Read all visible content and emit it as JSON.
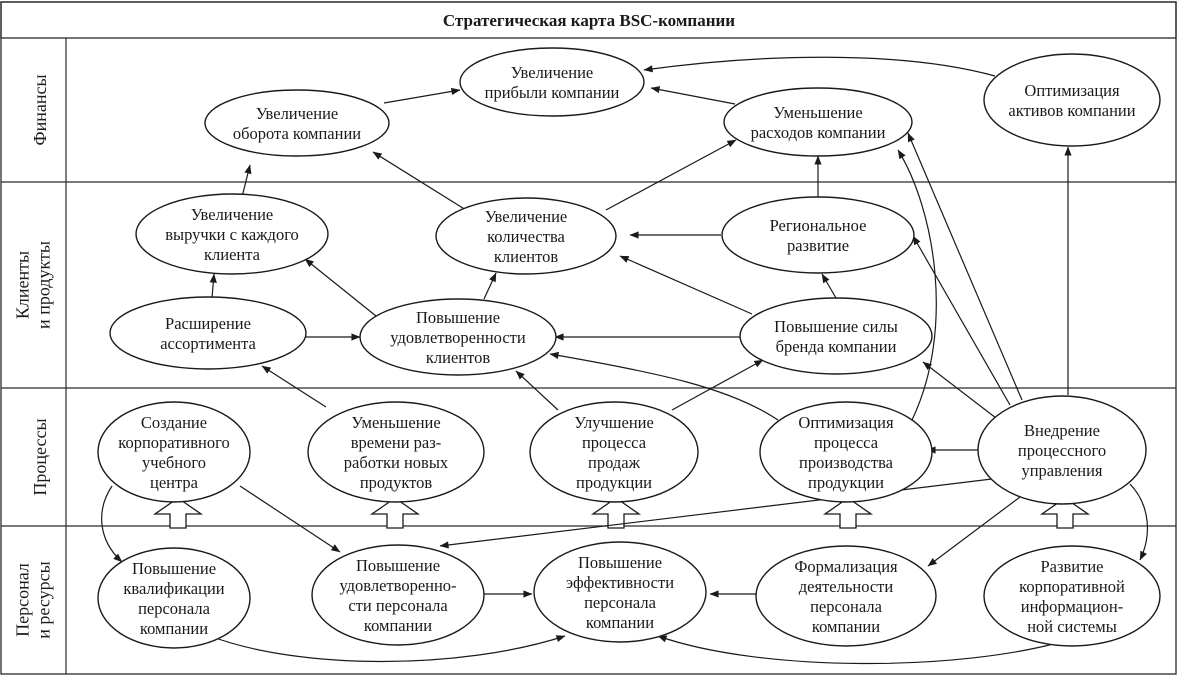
{
  "title": "Стратегическая карта BSC-компании",
  "lanes": {
    "finance": [
      "Финансы"
    ],
    "clients": [
      "Клиенты",
      "и продукты"
    ],
    "processes": [
      "Процессы"
    ],
    "people": [
      "Персонал",
      "и ресурсы"
    ]
  },
  "nodes": {
    "profit": [
      "Увеличение",
      "прибыли компании"
    ],
    "turnover": [
      "Увеличение",
      "оборота компании"
    ],
    "costs": [
      "Уменьшение",
      "расходов компании"
    ],
    "assets": [
      "Оптимизация",
      "активов компании"
    ],
    "revenue_per_client": [
      "Увеличение",
      "выручки с каждого",
      "клиента"
    ],
    "client_count": [
      "Увеличение",
      "количества",
      "клиентов"
    ],
    "regional": [
      "Региональное",
      "развитие"
    ],
    "assortment": [
      "Расширение",
      "ассортимента"
    ],
    "satisfaction": [
      "Повышение",
      "удовлетворенности",
      "клиентов"
    ],
    "brand": [
      "Повышение силы",
      "бренда компании"
    ],
    "training_center": [
      "Создание",
      "корпоративного",
      "учебного",
      "центра"
    ],
    "dev_time": [
      "Уменьшение",
      "времени раз-",
      "работки новых",
      "продуктов"
    ],
    "sales_process": [
      "Улучшение",
      "процесса",
      "продаж",
      "продукции"
    ],
    "production": [
      "Оптимизация",
      "процесса",
      "производства",
      "продукции"
    ],
    "process_mgmt": [
      "Внедрение",
      "процессного",
      "управления"
    ],
    "qualification": [
      "Повышение",
      "квалификации",
      "персонала",
      "компании"
    ],
    "staff_satisfaction": [
      "Повышение",
      "удовлетворенно-",
      "сти персонала",
      "компании"
    ],
    "efficiency": [
      "Повышение",
      "эффективности",
      "персонала",
      "компании"
    ],
    "formalization": [
      "Формализация",
      "деятельности",
      "персонала",
      "компании"
    ],
    "info_system": [
      "Развитие",
      "корпоративной",
      "информацион-",
      "ной системы"
    ]
  }
}
